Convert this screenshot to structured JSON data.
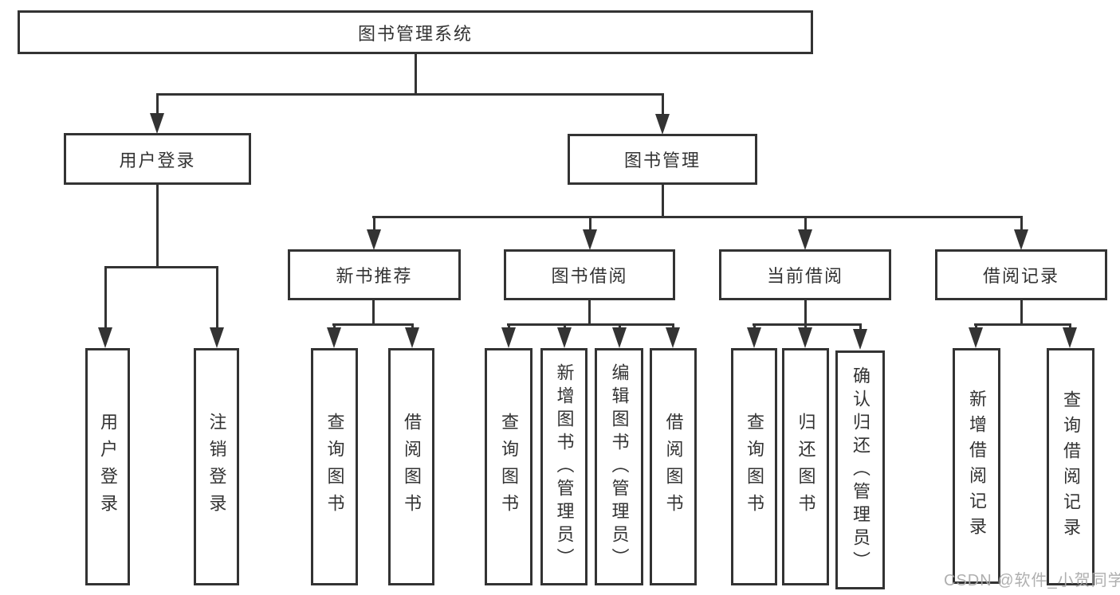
{
  "tree": {
    "label": "图书管理系统",
    "children": [
      {
        "label": "用户登录",
        "children": [
          {
            "label": "用户登录"
          },
          {
            "label": "注销登录"
          }
        ]
      },
      {
        "label": "图书管理",
        "children": [
          {
            "label": "新书推荐",
            "children": [
              {
                "label": "查询图书"
              },
              {
                "label": "借阅图书"
              }
            ]
          },
          {
            "label": "图书借阅",
            "children": [
              {
                "label": "查询图书"
              },
              {
                "label": "新增图书（管理员）"
              },
              {
                "label": "编辑图书（管理员）"
              },
              {
                "label": "借阅图书"
              }
            ]
          },
          {
            "label": "当前借阅",
            "children": [
              {
                "label": "查询图书"
              },
              {
                "label": "归还图书"
              },
              {
                "label": "确认归还（管理员）"
              }
            ]
          },
          {
            "label": "借阅记录",
            "children": [
              {
                "label": "新增借阅记录"
              },
              {
                "label": "查询借阅记录"
              }
            ]
          }
        ]
      }
    ]
  },
  "watermark": {
    "text": "CSDN @软件_小贺同学"
  },
  "colors": {
    "line": "#333333",
    "text": "#333333",
    "watermark": "#a8a8a8",
    "background": "#ffffff"
  }
}
